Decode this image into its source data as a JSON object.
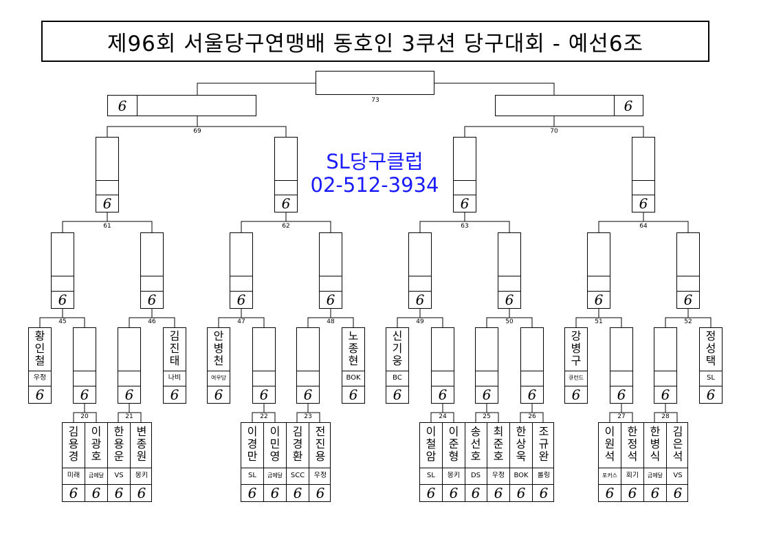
{
  "title": "제96회 서울당구연맹배 동호인 3쿠션 당구대회 - 예선6조",
  "promo": {
    "name": "SL당구클럽",
    "phone": "02-512-3934"
  },
  "seed_mark": "6",
  "players": {
    "p45a": {
      "name": "황인철",
      "club": "우정"
    },
    "p46b": {
      "name": "김진태",
      "club": "나비"
    },
    "p47a": {
      "name": "안병천",
      "club": "여우당"
    },
    "p48b": {
      "name": "노종현",
      "club": "BOK"
    },
    "p49a": {
      "name": "신기웅",
      "club": "BC"
    },
    "p51a": {
      "name": "강병구",
      "club": "큐런드"
    },
    "p52b": {
      "name": "정성택",
      "club": "SL"
    },
    "p20a": {
      "name": "김용경",
      "club": "미래"
    },
    "p20b": {
      "name": "이광호",
      "club": "금메달"
    },
    "p21a": {
      "name": "한용운",
      "club": "VS"
    },
    "p21b": {
      "name": "변종원",
      "club": "몽키"
    },
    "p22a": {
      "name": "이경만",
      "club": "SL"
    },
    "p22b": {
      "name": "이민영",
      "club": "금메달"
    },
    "p23a": {
      "name": "김경환",
      "club": "SCC"
    },
    "p23b": {
      "name": "전진용",
      "club": "우정"
    },
    "p24a": {
      "name": "이철암",
      "club": "SL"
    },
    "p24b": {
      "name": "이준형",
      "club": "몽키"
    },
    "p25a": {
      "name": "송선호",
      "club": "DS"
    },
    "p25b": {
      "name": "최준호",
      "club": "우정"
    },
    "p26a": {
      "name": "한상욱",
      "club": "BOK"
    },
    "p26b": {
      "name": "조규완",
      "club": "롤링"
    },
    "p27a": {
      "name": "이원석",
      "club": "포커스"
    },
    "p27b": {
      "name": "한정석",
      "club": "회기"
    },
    "p28a": {
      "name": "한병식",
      "club": "금메달"
    },
    "p28b": {
      "name": "김은석",
      "club": "VS"
    }
  },
  "match_numbers": {
    "m20": "20",
    "m21": "21",
    "m22": "22",
    "m23": "23",
    "m24": "24",
    "m25": "25",
    "m26": "26",
    "m27": "27",
    "m28": "28",
    "m45": "45",
    "m46": "46",
    "m47": "47",
    "m48": "48",
    "m49": "49",
    "m50": "50",
    "m51": "51",
    "m52": "52",
    "m61": "61",
    "m62": "62",
    "m63": "63",
    "m64": "64",
    "m69": "69",
    "m70": "70",
    "m73": "73"
  }
}
